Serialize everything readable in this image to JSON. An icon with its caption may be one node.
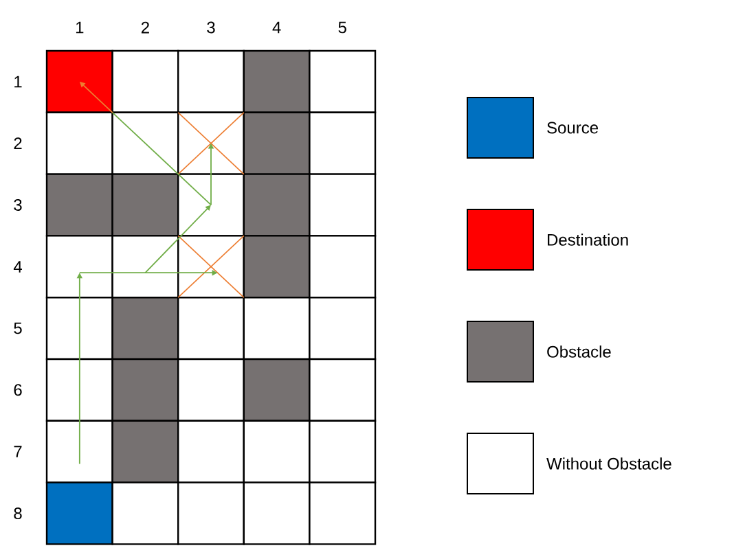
{
  "diagram": {
    "labels": [
      "1",
      "2",
      "3",
      "4",
      "5",
      "1",
      "2",
      "3",
      "4",
      "5",
      "6",
      "7",
      "8"
    ],
    "legend": [
      {
        "text": "Source",
        "color": "#0070c0"
      },
      {
        "text": "Destination",
        "color": "#ff0000"
      },
      {
        "text": "Obstacle",
        "color": "#767171"
      },
      {
        "text": "Without Obstacle"
      }
    ]
  }
}
